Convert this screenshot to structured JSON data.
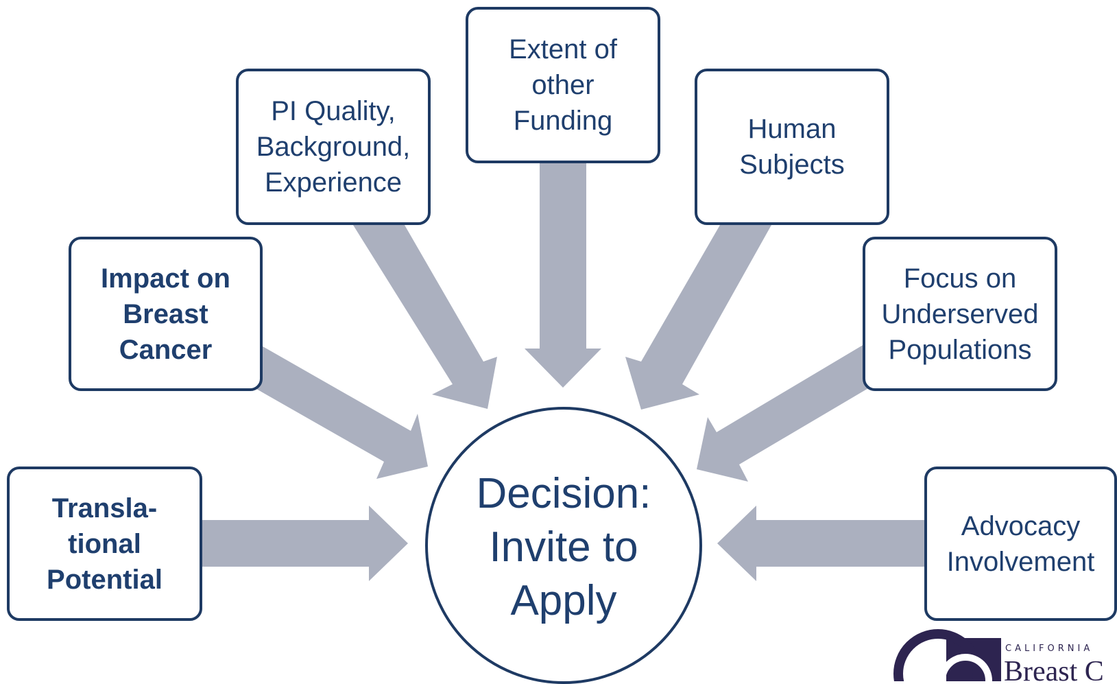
{
  "center": {
    "label": "Decision:\nInvite to\nApply"
  },
  "factors": [
    {
      "id": "translational-potential",
      "label": "Transla-\ntional\nPotential",
      "bold": true
    },
    {
      "id": "impact-on-breast-cancer",
      "label": "Impact on\nBreast\nCancer",
      "bold": true
    },
    {
      "id": "pi-quality",
      "label": "PI Quality,\nBackground,\nExperience",
      "bold": false
    },
    {
      "id": "extent-of-other-funding",
      "label": "Extent of\nother\nFunding",
      "bold": false
    },
    {
      "id": "human-subjects",
      "label": "Human\nSubjects",
      "bold": false
    },
    {
      "id": "focus-on-underserved",
      "label": "Focus on\nUnderserved\nPopulations",
      "bold": false
    },
    {
      "id": "advocacy-involvement",
      "label": "Advocacy\nInvolvement",
      "bold": false
    }
  ],
  "logo": {
    "small_text": "CALIFORNIA",
    "big_text": "Breast C"
  },
  "colors": {
    "border": "#1e3a63",
    "text": "#1f3f6e",
    "arrow": "#abb0bf",
    "logo": "#2d2450"
  }
}
